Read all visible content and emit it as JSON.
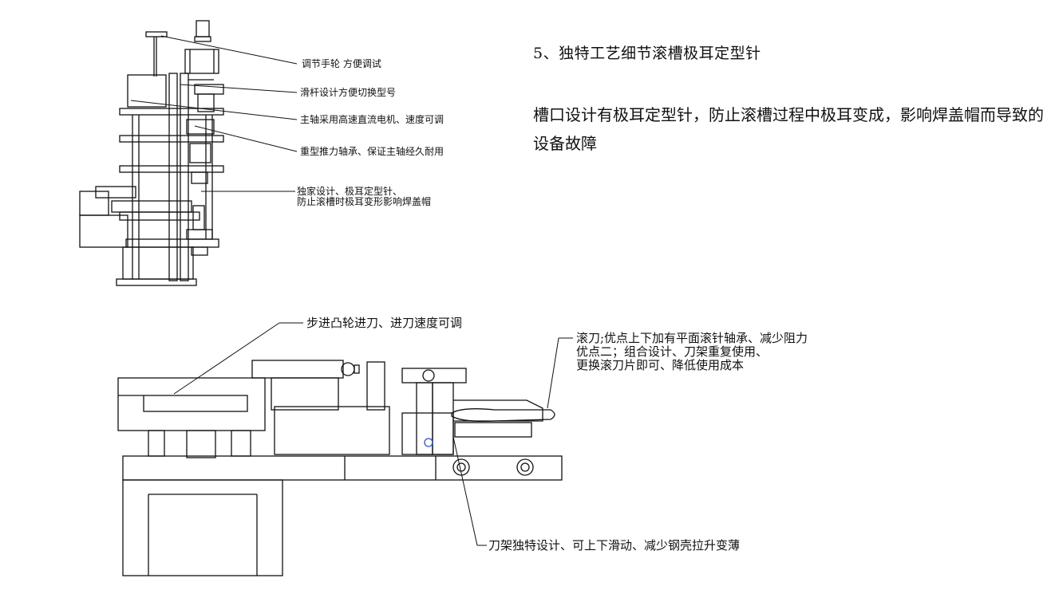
{
  "section": {
    "title": "5、独特工艺细节滚槽极耳定型针",
    "description": "槽口设计有极耳定型针，防止滚槽过程中极耳变成，影响焊盖帽而导致的设备故障"
  },
  "top_callouts": [
    "调节手轮 方便调试",
    "滑杆设计方便切换型号",
    "主轴采用高速直流电机、速度可调",
    "重型推力轴承、保证主轴经久耐用",
    "独家设计、极耳定型针、",
    "防止滚槽时极耳变形影响焊盖帽"
  ],
  "bottom_callouts": {
    "cam": "步进凸轮进刀、进刀速度可调",
    "knife_1": "滚刀;优点上下加有平面滚针轴承、减少阻力",
    "knife_2": "优点二；组合设计、刀架重复使用、",
    "knife_3": "更换滚刀片即可、降低使用成本",
    "holder": "刀架独特设计、可上下滑动、减少钢壳拉升变薄"
  }
}
